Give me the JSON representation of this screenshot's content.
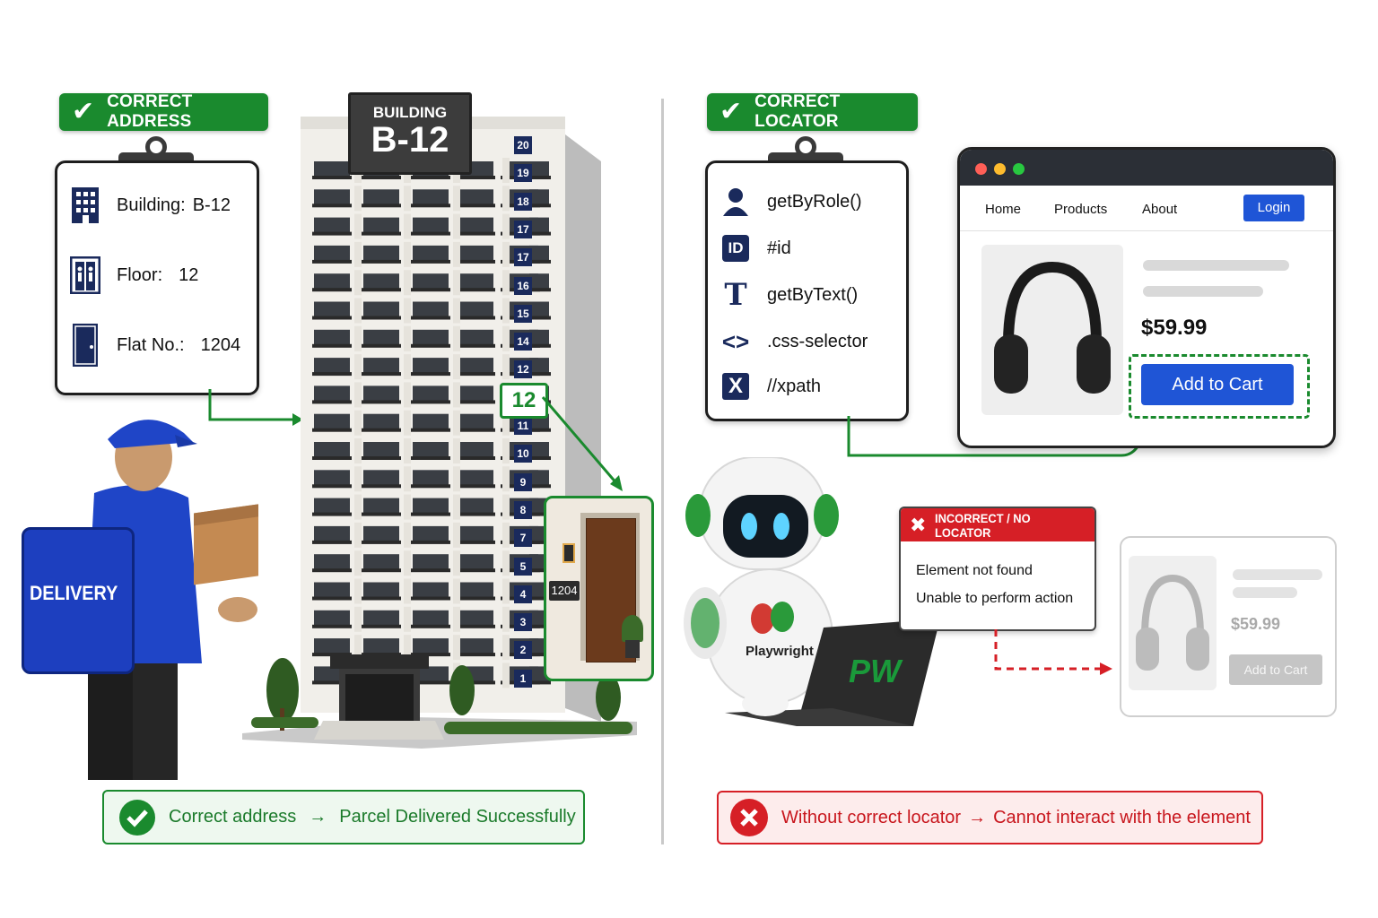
{
  "left": {
    "badge": "CORRECT ADDRESS",
    "rows": [
      {
        "label": "Building:",
        "value": "B-12"
      },
      {
        "label": "Floor:",
        "value": "12"
      },
      {
        "label": "Flat No.:",
        "value": "1204"
      }
    ],
    "building_sign_top": "BUILDING",
    "building_sign_main": "B-12",
    "floors": [
      "20",
      "19",
      "18",
      "17",
      "17",
      "16",
      "15",
      "14",
      "12",
      "12",
      "11",
      "10",
      "9",
      "8",
      "7",
      "5",
      "4",
      "3",
      "2",
      "1"
    ],
    "door_number": "1204",
    "backpack_label": "DELIVERY",
    "result_text": "Correct address",
    "result_outcome": "Parcel Delivered Successfully"
  },
  "right": {
    "badge": "CORRECT LOCATOR",
    "locators": [
      {
        "icon": "person-icon",
        "text": "getByRole()"
      },
      {
        "icon": "id-icon",
        "text": "#id"
      },
      {
        "icon": "text-t-icon",
        "text": "getByText()"
      },
      {
        "icon": "code-brackets-icon",
        "text": ".css-selector"
      },
      {
        "icon": "x-box-icon",
        "text": "//xpath"
      }
    ],
    "browser": {
      "nav": [
        "Home",
        "Products",
        "About"
      ],
      "login": "Login",
      "price": "$59.99",
      "add_to_cart": "Add to Cart"
    },
    "error": {
      "title": "INCORRECT / NO LOCATOR",
      "line1": "Element not found",
      "line2": "Unable to perform action"
    },
    "robot_label": "Playwright",
    "laptop_label": "PW",
    "faded": {
      "price": "$59.99",
      "add_to_cart": "Add to Cart"
    },
    "result_text": "Without correct locator",
    "result_outcome": "Cannot interact with the element"
  },
  "colors": {
    "green": "#1a8a2e",
    "red": "#d61f26",
    "blue": "#1f55d6"
  }
}
